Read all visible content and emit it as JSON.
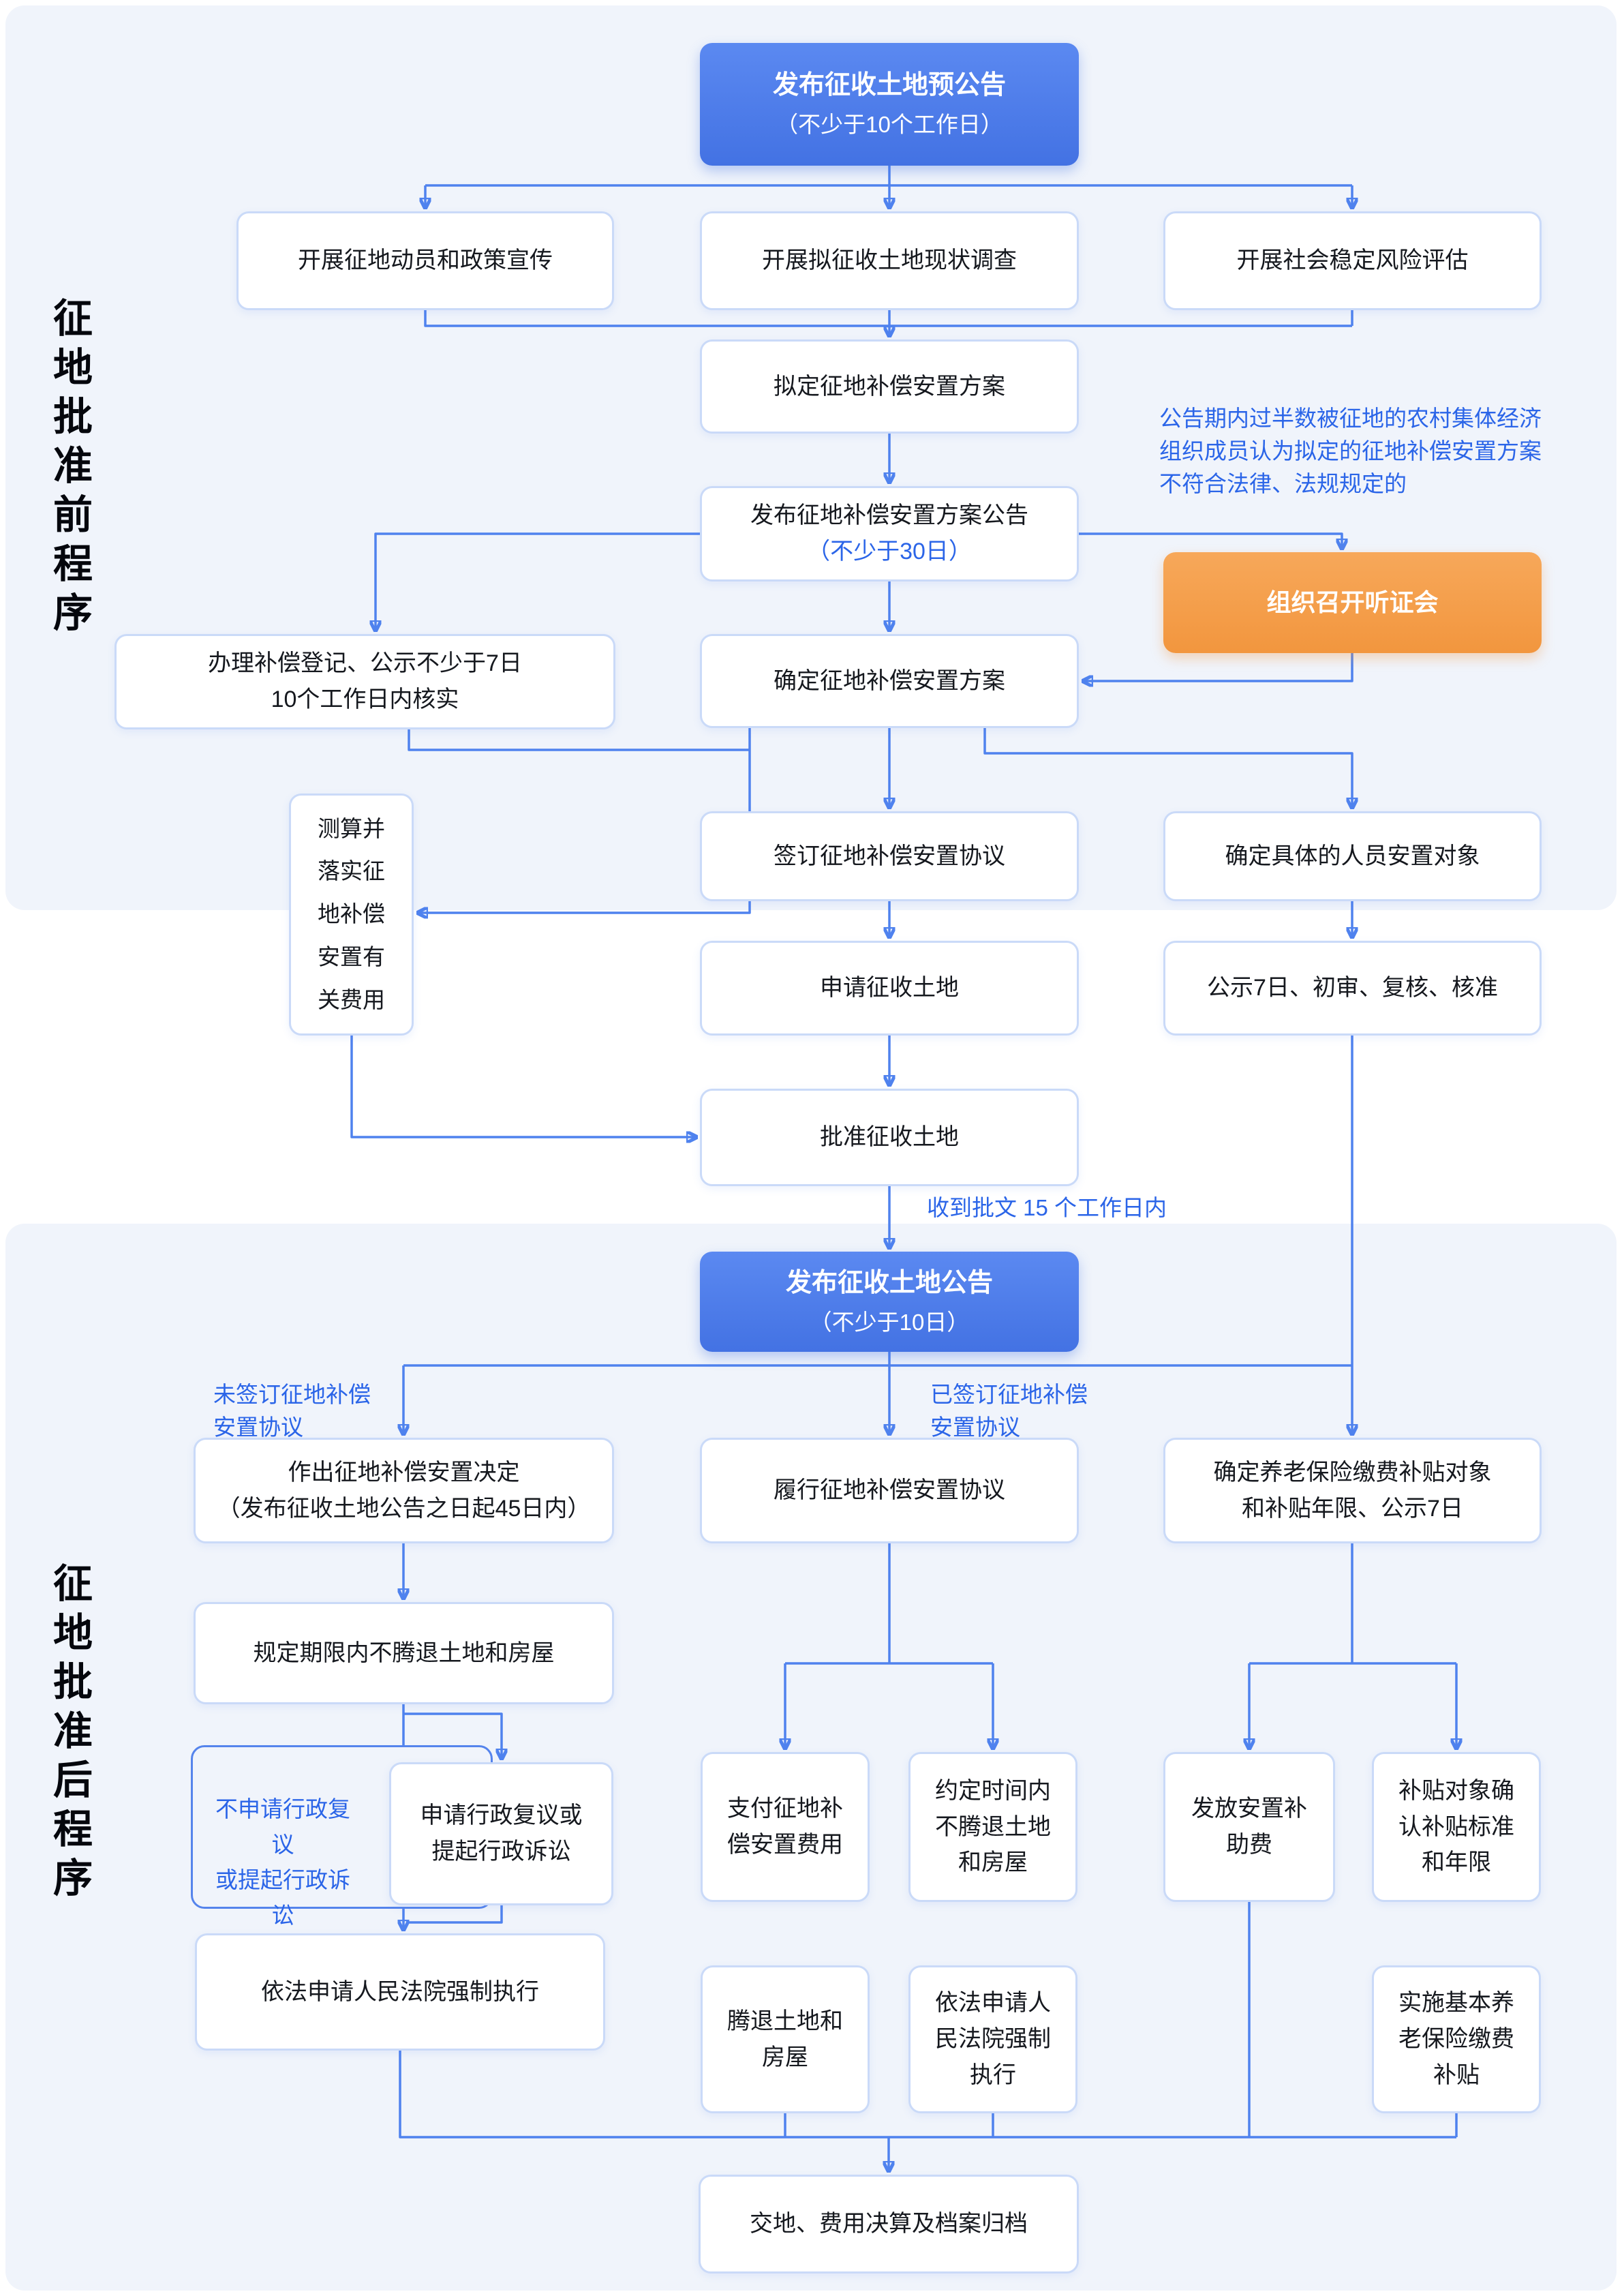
{
  "sidebar": {
    "pre_label": "征地批准前程序",
    "post_label": "征地批准后程序"
  },
  "colors": {
    "panel_bg": "#F0F4FB",
    "accent_blue": "#4372E3",
    "accent_orange": "#F2963E",
    "line_blue": "#4F82EE",
    "note_blue": "#2B65E8",
    "box_border": "#CADAF8"
  },
  "nodes": {
    "pre_announce": {
      "l1": "发布征收土地预公告",
      "l2": "（不少于10个工作日）"
    },
    "mobilize": {
      "text": "开展征地动员和政策宣传"
    },
    "survey": {
      "text": "开展拟征收土地现状调查"
    },
    "risk": {
      "text": "开展社会稳定风险评估"
    },
    "draft_plan": {
      "text": "拟定征地补偿安置方案"
    },
    "plan_announce": {
      "l1": "发布征地补偿安置方案公告",
      "l2": "（不少于30日）"
    },
    "hearing": {
      "text": "组织召开听证会"
    },
    "register": {
      "text": "办理补偿登记、公示不少于7日\n10个工作日内核实"
    },
    "confirm_plan": {
      "text": "确定征地补偿安置方案"
    },
    "fund": {
      "text": "测算并\n落实征\n地补偿\n安置有\n关费用"
    },
    "sign": {
      "text": "签订征地补偿安置协议"
    },
    "resettle_target": {
      "text": "确定具体的人员安置对象"
    },
    "apply": {
      "text": "申请征收土地"
    },
    "review": {
      "text": "公示7日、初审、复核、核准"
    },
    "approve": {
      "text": "批准征收土地"
    },
    "land_announce": {
      "l1": "发布征收土地公告",
      "l2": "（不少于10日）"
    },
    "decision": {
      "text": "作出征地补偿安置决定\n（发布征收土地公告之日起45日内）"
    },
    "perform": {
      "text": "履行征地补偿安置协议"
    },
    "pension_target": {
      "text": "确定养老保险缴费补贴对象\n和补贴年限、公示7日"
    },
    "refuse_vacate": {
      "text": "规定期限内不腾退土地和房屋"
    },
    "admin_review": {
      "text": "申请行政复议或\n提起行政诉讼"
    },
    "enforce_left": {
      "text": "依法申请人民法院强制执行"
    },
    "pay_fee": {
      "text": "支付征地补\n偿安置费用"
    },
    "not_vacate_agreed": {
      "text": "约定时间内\n不腾退土地\n和房屋"
    },
    "vacate": {
      "text": "腾退土地和\n房屋"
    },
    "enforce_mid": {
      "text": "依法申请人\n民法院强制\n执行"
    },
    "pay_subsidy": {
      "text": "发放安置补\n助费"
    },
    "confirm_subsidy": {
      "text": "补贴对象确\n认补贴标准\n和年限"
    },
    "implement_pension": {
      "text": "实施基本养\n老保险缴费\n补贴"
    },
    "archive": {
      "text": "交地、费用决算及档案归档"
    }
  },
  "annotations": {
    "over_half": "公告期内过半数被征地的农村集体经济\n组织成员认为拟定的征地补偿安置方案\n不符合法律、法规规定的",
    "receive_doc": "收到批文 15 个工作日内",
    "unsigned": "未签订征地补偿\n安置协议",
    "signed": "已签订征地补偿\n安置协议",
    "no_review": "不申请行政复议\n或提起行政诉讼"
  }
}
